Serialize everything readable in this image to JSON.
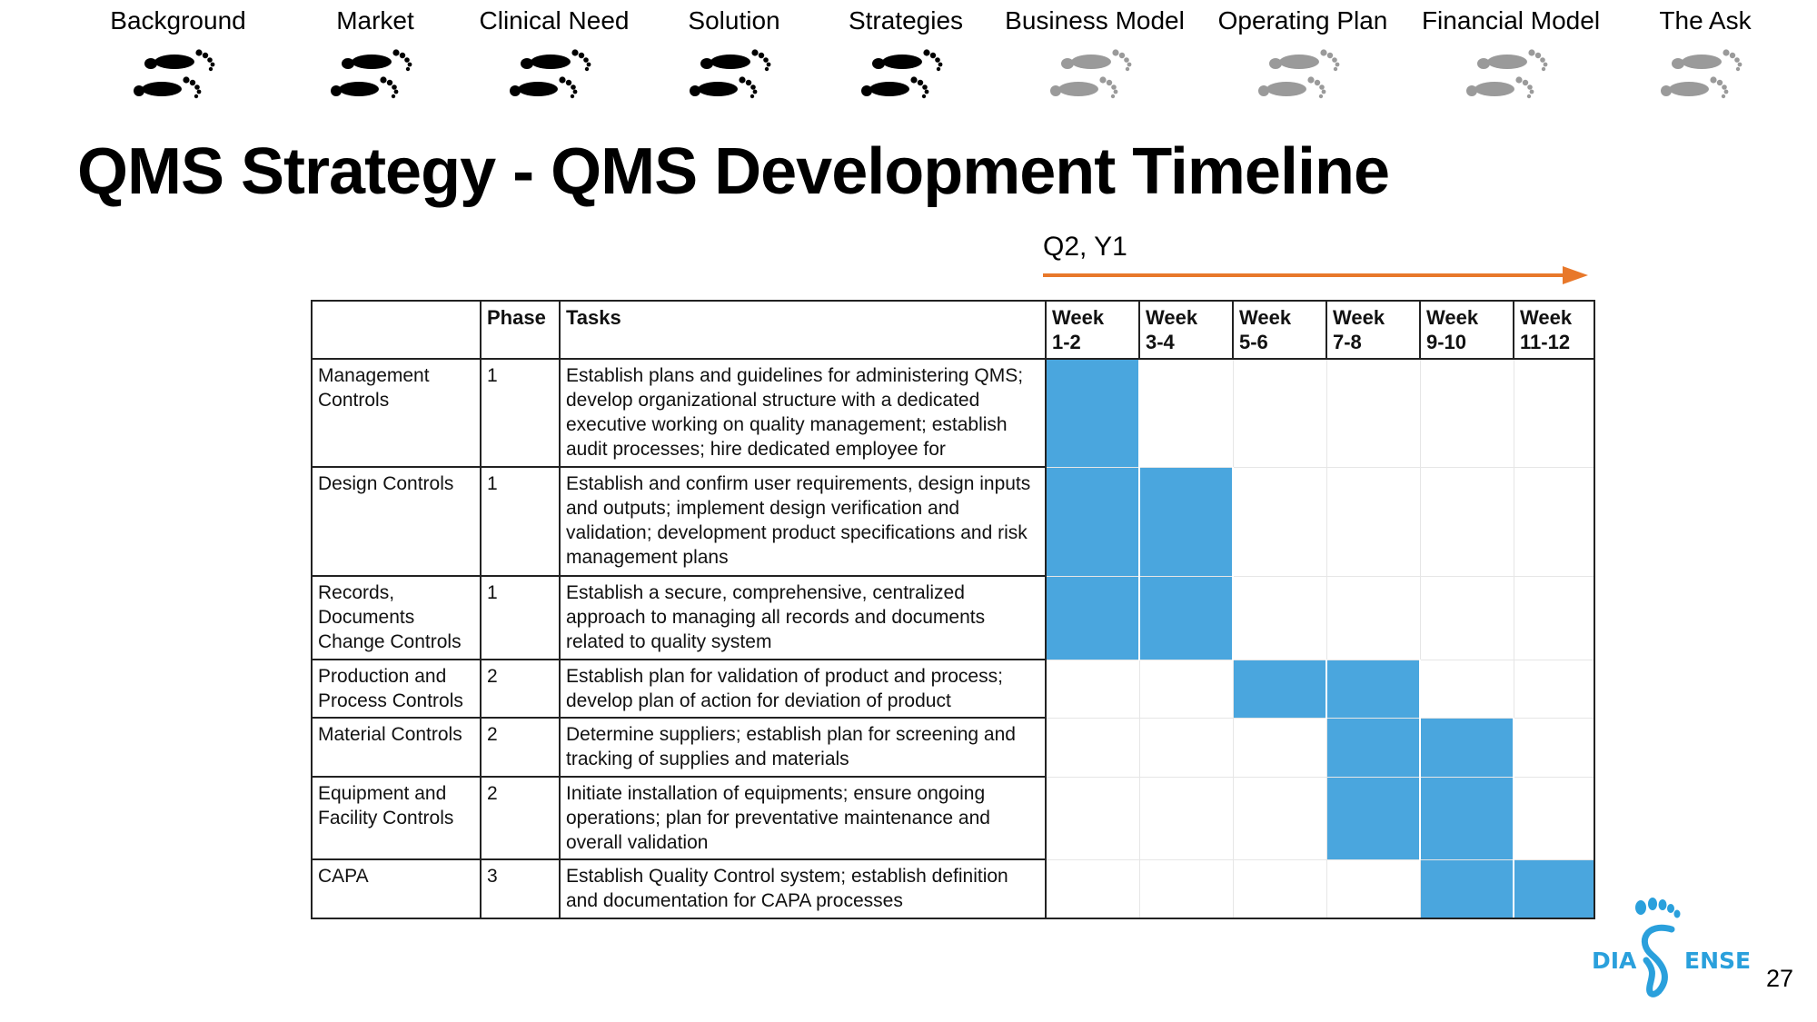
{
  "nav": {
    "items": [
      {
        "label": "Background",
        "done": true
      },
      {
        "label": "Market",
        "done": true
      },
      {
        "label": "Clinical Need",
        "done": true
      },
      {
        "label": "Solution",
        "done": true
      },
      {
        "label": "Strategies",
        "done": true
      },
      {
        "label": "Business Model",
        "done": false
      },
      {
        "label": "Operating Plan",
        "done": false
      },
      {
        "label": "Financial Model",
        "done": false
      },
      {
        "label": "The Ask",
        "done": false
      }
    ],
    "icon": "footprints-icon",
    "done_color": "#000000",
    "pending_color": "#9a9a9a"
  },
  "title": "QMS Strategy - QMS Development Timeline",
  "period": "Q2, Y1",
  "arrow_color": "#e8782a",
  "table": {
    "headers": {
      "category": "",
      "phase": "Phase",
      "tasks": "Tasks"
    },
    "weeks": [
      {
        "line1": "Week",
        "line2": "1-2"
      },
      {
        "line1": "Week",
        "line2": "3-4"
      },
      {
        "line1": "Week",
        "line2": "5-6"
      },
      {
        "line1": "Week",
        "line2": "7-8"
      },
      {
        "line1": "Week",
        "line2": "9-10"
      },
      {
        "line1": "Week",
        "line2": "11-12"
      }
    ],
    "fill_color": "#4aa6de",
    "rows": [
      {
        "category": "Management Controls",
        "phase": "1",
        "tasks": "Establish plans and guidelines for administering QMS; develop organizational structure with a dedicated executive working on quality management; establish audit processes; hire dedicated employee for",
        "active": [
          1,
          0,
          0,
          0,
          0,
          0
        ]
      },
      {
        "category": "Design Controls",
        "phase": "1",
        "tasks": "Establish and confirm user requirements, design inputs and outputs; implement design verification and validation; development product specifications and risk management plans",
        "active": [
          1,
          1,
          0,
          0,
          0,
          0
        ]
      },
      {
        "category": "Records, Documents Change Controls",
        "phase": "1",
        "tasks": "Establish a secure, comprehensive, centralized approach to managing all records and documents related to quality system",
        "active": [
          1,
          1,
          0,
          0,
          0,
          0
        ]
      },
      {
        "category": "Production and Process Controls",
        "phase": "2",
        "tasks": "Establish plan for validation of product and process; develop plan of action for deviation of product",
        "active": [
          0,
          0,
          1,
          1,
          0,
          0
        ]
      },
      {
        "category": "Material Controls",
        "phase": "2",
        "tasks": "Determine suppliers; establish plan for screening and tracking of supplies and materials",
        "active": [
          0,
          0,
          0,
          1,
          1,
          0
        ]
      },
      {
        "category": "Equipment and Facility Controls",
        "phase": "2",
        "tasks": "Initiate installation of equipments; ensure ongoing operations; plan for preventative maintenance and overall validation",
        "active": [
          0,
          0,
          0,
          1,
          1,
          0
        ]
      },
      {
        "category": "CAPA",
        "phase": "3",
        "tasks": "Establish Quality Control system; establish definition and documentation for CAPA processes",
        "active": [
          0,
          0,
          0,
          0,
          1,
          1
        ]
      }
    ]
  },
  "logo": {
    "left": "DIA",
    "right": "ENSE",
    "color": "#2aa0dc"
  },
  "page_number": "27"
}
